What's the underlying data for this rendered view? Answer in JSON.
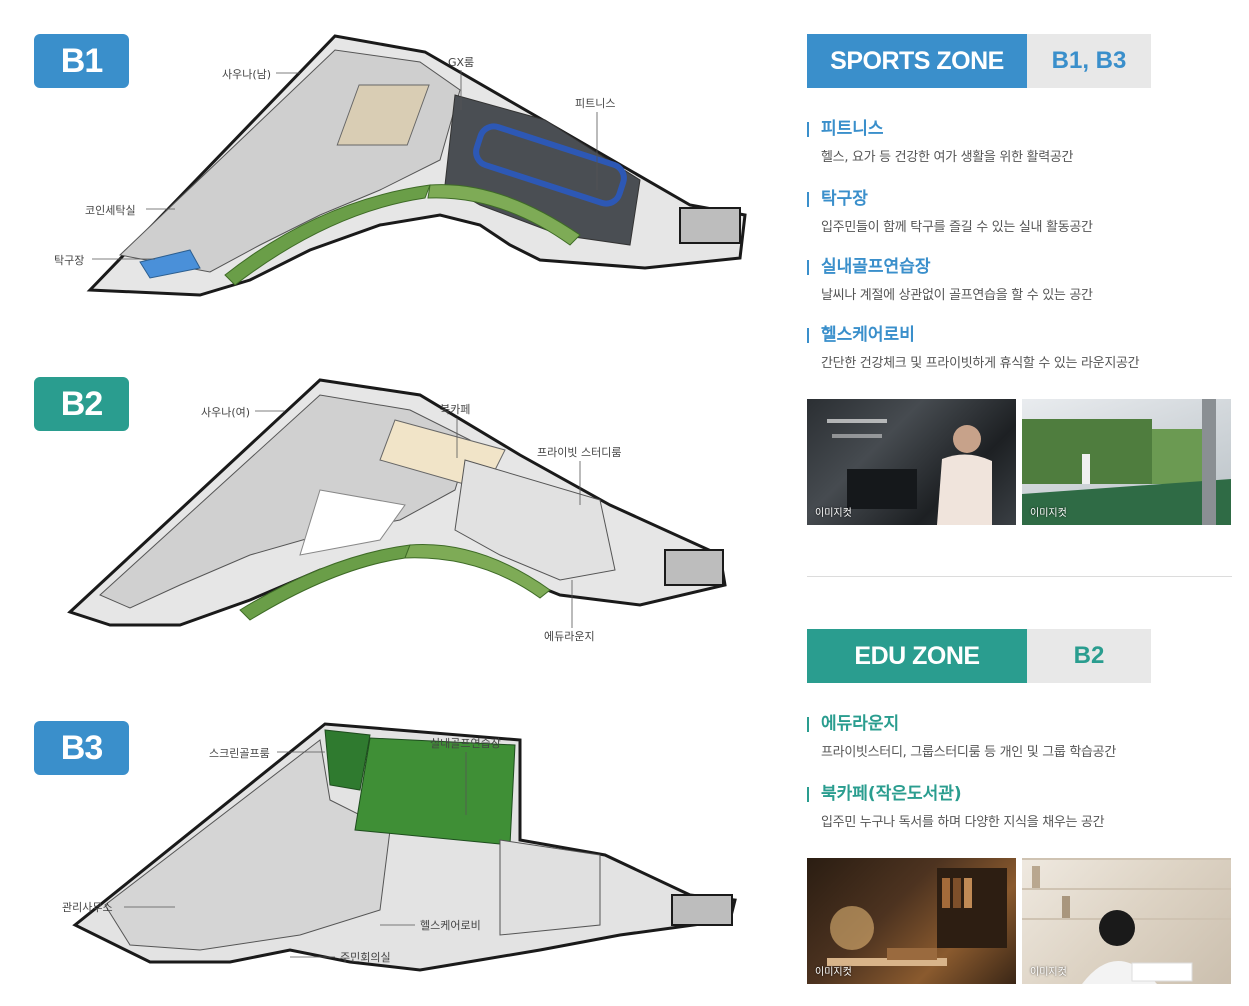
{
  "floors": [
    {
      "label": "B1",
      "rooms": [
        "사우나(남)",
        "GX룸",
        "피트니스",
        "코인세탁실",
        "탁구장"
      ]
    },
    {
      "label": "B2",
      "rooms": [
        "사우나(여)",
        "북카페",
        "프라이빗 스터디룸",
        "에듀라운지"
      ]
    },
    {
      "label": "B3",
      "rooms": [
        "스크린골프룸",
        "실내골프연습장",
        "관리사무소",
        "헬스케어로비",
        "주민회의실"
      ]
    }
  ],
  "sports_zone": {
    "name": "SPORTS ZONE",
    "floors": "B1, B3",
    "accent": "#3a8fcb",
    "facilities": [
      {
        "title": "피트니스",
        "desc": "헬스, 요가 등 건강한 여가 생활을 위한 활력공간"
      },
      {
        "title": "탁구장",
        "desc": "입주민들이 함께 탁구를 즐길 수 있는 실내 활동공간"
      },
      {
        "title": "실내골프연습장",
        "desc": "날씨나 계절에 상관없이 골프연습을 할 수 있는 공간"
      },
      {
        "title": "헬스케어로비",
        "desc": "간단한 건강체크 및 프라이빗하게 휴식할 수 있는 라운지공간"
      }
    ],
    "photos": [
      {
        "caption": "이미지컷"
      },
      {
        "caption": "이미지컷"
      }
    ]
  },
  "edu_zone": {
    "name": "EDU ZONE",
    "floors": "B2",
    "accent": "#2a9d8f",
    "facilities": [
      {
        "title": "에듀라운지",
        "desc": "프라이빗스터디, 그룹스터디룸 등 개인 및 그룹 학습공간"
      },
      {
        "title": "북카페(작은도서관)",
        "desc": "입주민 누구나 독서를 하며 다양한 지식을 채우는 공간"
      }
    ],
    "photos": [
      {
        "caption": "이미지컷"
      },
      {
        "caption": "이미지컷"
      }
    ]
  }
}
